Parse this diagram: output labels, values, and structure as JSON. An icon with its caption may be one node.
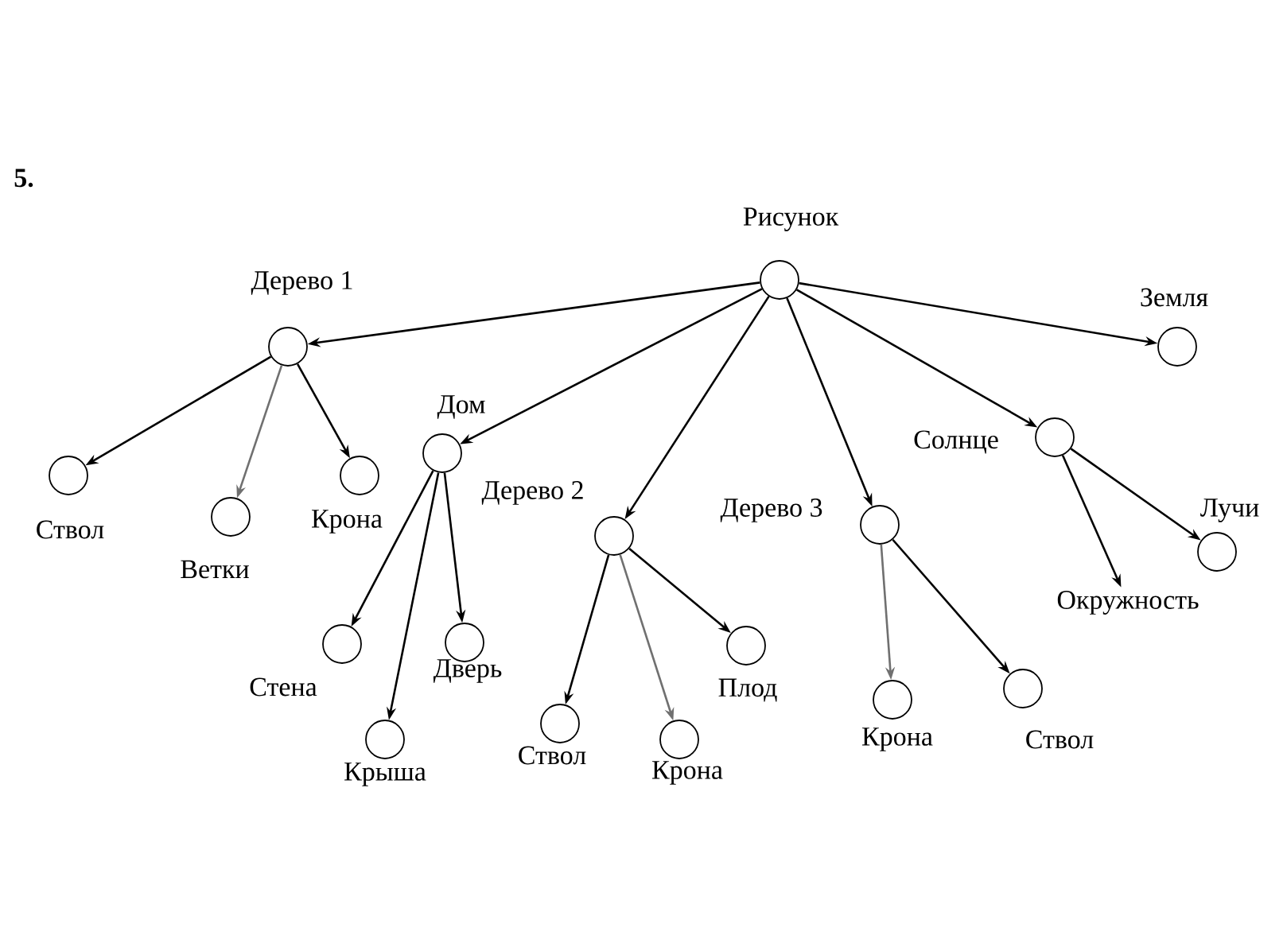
{
  "diagram": {
    "nodes": [
      {
        "text": [
          "Рисунок"
        ]
      },
      {
        "text": [
          "Дерево 1"
        ]
      },
      {
        "text": [
          "Земля"
        ]
      },
      {
        "text": [
          "Ствол"
        ]
      },
      {
        "text": [
          "Ветки"
        ]
      },
      {
        "text": [
          "Крона"
        ]
      },
      {
        "text": [
          "Дом"
        ]
      },
      {
        "text": [
          "Дерево 2"
        ]
      },
      {
        "text": [
          "Дерево 3"
        ]
      },
      {
        "text": [
          "Солнце"
        ]
      },
      {
        "text": [
          "Стена"
        ]
      },
      {
        "text": [
          "Крыша"
        ]
      },
      {
        "text": [
          "Дверь"
        ]
      },
      {
        "text": [
          "Ствол"
        ]
      },
      {
        "text": [
          "Крона"
        ]
      },
      {
        "text": [
          "Плод"
        ]
      },
      {
        "text": [
          "Крона"
        ]
      },
      {
        "text": [
          "Ствол"
        ]
      },
      {
        "text": [
          "Окружность"
        ]
      },
      {
        "text": [
          "Лучи"
        ]
      }
    ],
    "edges": [
      {
        "from": 0,
        "to": 1,
        "arrow": "to"
      },
      {
        "from": 0,
        "to": 2,
        "arrow": "to"
      },
      {
        "from": 0,
        "to": 6,
        "arrow": "to"
      },
      {
        "from": 0,
        "to": 7,
        "arrow": "to"
      },
      {
        "from": 0,
        "to": 8,
        "arrow": "to"
      },
      {
        "from": 0,
        "to": 9,
        "arrow": "to"
      },
      {
        "from": 1,
        "to": 3,
        "arrow": "to"
      },
      {
        "from": 1,
        "to": 4,
        "arrow": "to",
        "color": "#707070"
      },
      {
        "from": 1,
        "to": 5,
        "arrow": "to"
      },
      {
        "from": 6,
        "to": 10,
        "arrow": "to"
      },
      {
        "from": 6,
        "to": 11,
        "arrow": "to"
      },
      {
        "from": 6,
        "to": 12,
        "arrow": "to"
      },
      {
        "from": 7,
        "to": 13,
        "arrow": "to"
      },
      {
        "from": 7,
        "to": 14,
        "arrow": "to",
        "color": "#707070"
      },
      {
        "from": 7,
        "to": 15,
        "arrow": "to"
      },
      {
        "from": 8,
        "to": 16,
        "arrow": "to",
        "color": "#707070"
      },
      {
        "from": 8,
        "to": 17,
        "arrow": "to"
      },
      {
        "from": 9,
        "to": 18,
        "arrow": "to"
      },
      {
        "from": 9,
        "to": 19,
        "arrow": "to"
      }
    ],
    "labels": [
      "5."
    ]
  }
}
